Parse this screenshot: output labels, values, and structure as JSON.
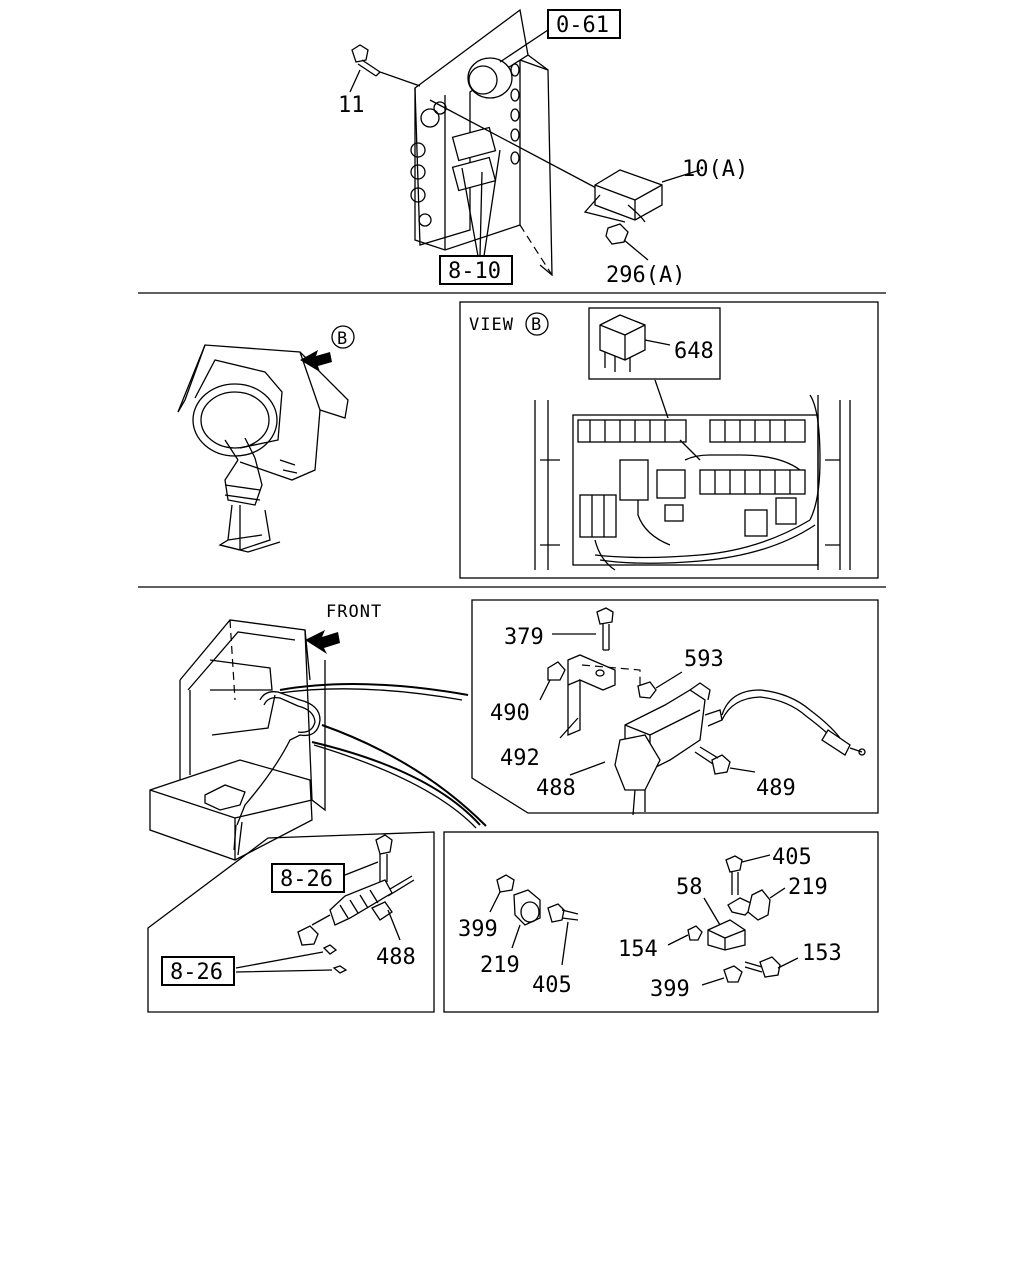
{
  "labels": {
    "ref_0_61": "0-61",
    "part_11": "11",
    "part_10a": "10(A)",
    "ref_8_10": "8-10",
    "part_296a": "296(A)",
    "view_label": "VIEW",
    "view_letter": "B",
    "arrow_b": "B",
    "part_648": "648",
    "front": "FRONT",
    "part_379": "379",
    "part_593": "593",
    "part_490": "490",
    "part_492": "492",
    "part_488_main": "488",
    "part_489": "489",
    "ref_8_26_a": "8-26",
    "ref_8_26_b": "8-26",
    "part_488_sub": "488",
    "part_399_left": "399",
    "part_219_left": "219",
    "part_405_left": "405",
    "part_405_right": "405",
    "part_58": "58",
    "part_219_right": "219",
    "part_154": "154",
    "part_153": "153",
    "part_399_right": "399"
  },
  "colors": {
    "ink": "#000000",
    "paper": "#ffffff"
  }
}
